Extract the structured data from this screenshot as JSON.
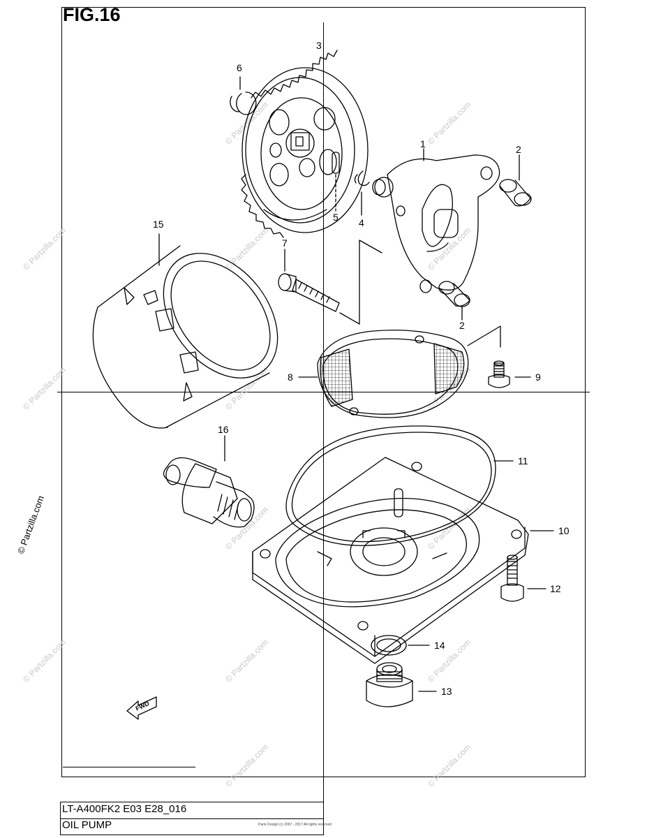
{
  "figure": {
    "title": "FIG.16"
  },
  "title_block": {
    "code": "LT-A400FK2 E03 E28_016",
    "name": "OIL PUMP"
  },
  "copyright_small": "Parts Design (c) 2007 - 2017 All rights reserved",
  "watermark": {
    "text": "© Partzilla.com"
  },
  "fwd_label": "FWD",
  "callouts": {
    "c1": "1",
    "c2a": "2",
    "c2b": "2",
    "c3": "3",
    "c4": "4",
    "c5": "5",
    "c6": "6",
    "c7": "7",
    "c8": "8",
    "c9": "9",
    "c10": "10",
    "c11": "11",
    "c12": "12",
    "c13": "13",
    "c14": "14",
    "c15": "15",
    "c16": "16"
  }
}
